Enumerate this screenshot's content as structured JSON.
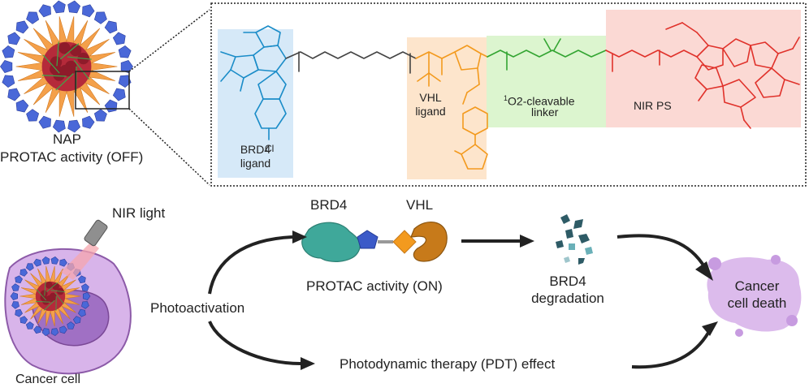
{
  "nanoparticle": {
    "name": "NAP",
    "activity_off": "PROTAC activity (OFF)"
  },
  "molecule_regions": {
    "brd4_ligand": "BRD4\nligand",
    "vhl_ligand": "VHL\nligand",
    "linker_prefix": "1",
    "linker_rest": "O2-cleavable",
    "linker_line2": "linker",
    "nir_ps": "NIR PS",
    "chlorine": "Cl"
  },
  "bottom": {
    "nir_light": "NIR light",
    "cancer_cell": "Cancer cell",
    "photoactivation": "Photoactivation",
    "brd4": "BRD4",
    "vhl": "VHL",
    "protac_on": "PROTAC activity (ON)",
    "brd4_degradation": "BRD4\ndegradation",
    "cancer_cell_death": "Cancer\ncell death",
    "pdt_effect": "Photodynamic therapy (PDT) effect"
  },
  "colors": {
    "brd4_region": "#d6e9f8",
    "vhl_region": "#fde5cc",
    "linker_region": "#dcf5cf",
    "ps_region": "#fbd9d4",
    "vhl_structure": "#f39a1e",
    "linker_structure": "#33a532",
    "ps_structure": "#e0322b",
    "brd4_structure": "#1a8cc8",
    "brd4_protein": "#3fa89a",
    "vhl_protein": "#c77a1a",
    "cell_purple": "#b98ad0"
  }
}
